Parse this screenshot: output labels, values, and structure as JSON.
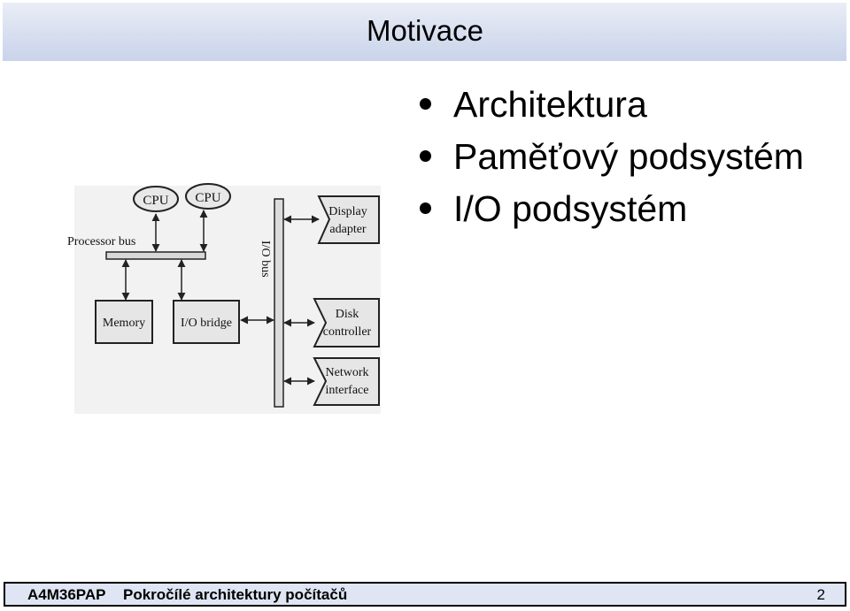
{
  "slide": {
    "title": "Motivace",
    "bullets": [
      "Architektura",
      "Paměťový podsystém",
      "I/O podsystém"
    ]
  },
  "diagram": {
    "cpu1": "CPU",
    "cpu2": "CPU",
    "processor_bus": "Processor bus",
    "io_bus": "I/O bus",
    "memory": "Memory",
    "io_bridge": "I/O bridge",
    "display_adapter_1": "Display",
    "display_adapter_2": "adapter",
    "disk_controller_1": "Disk",
    "disk_controller_2": "controller",
    "network_interface_1": "Network",
    "network_interface_2": "interface"
  },
  "footer": {
    "course_code": "A4M36PAP",
    "course_name": "Pokročílé architektury počítačů",
    "page_number": "2"
  }
}
